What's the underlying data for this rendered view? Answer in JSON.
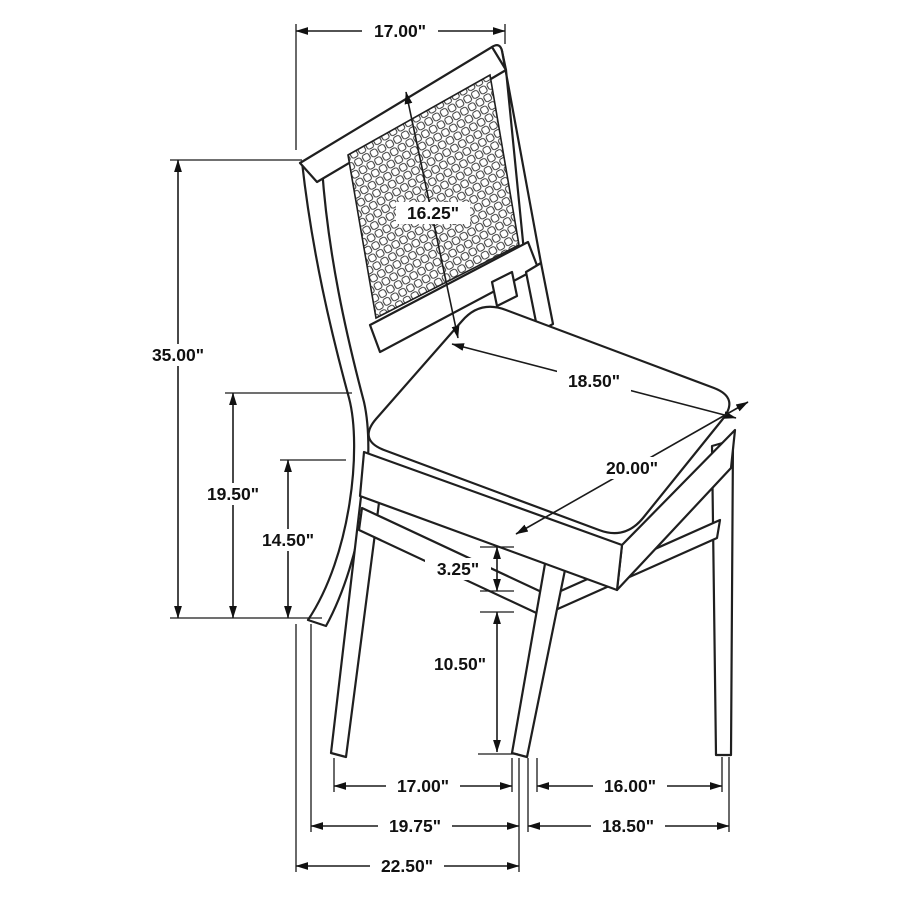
{
  "diagram": {
    "subject": "dining-chair-dimension-drawing",
    "unit": "inches",
    "line_color": "#1a1a1a",
    "background_color": "#ffffff"
  },
  "dimensions": {
    "back_width": "17.00\"",
    "back_panel_diagonal": "16.25\"",
    "overall_height": "35.00\"",
    "back_leg_height": "19.50\"",
    "seat_frame_height": "14.50\"",
    "seat_depth": "18.50\"",
    "seat_width": "20.00\"",
    "apron_thickness": "3.25\"",
    "leg_clearance": "10.50\"",
    "front_leg_span": "17.00\"",
    "side_leg_span": "16.00\"",
    "base_depth_left": "19.75\"",
    "base_depth_right": "18.50\"",
    "overall_depth": "22.50\""
  }
}
